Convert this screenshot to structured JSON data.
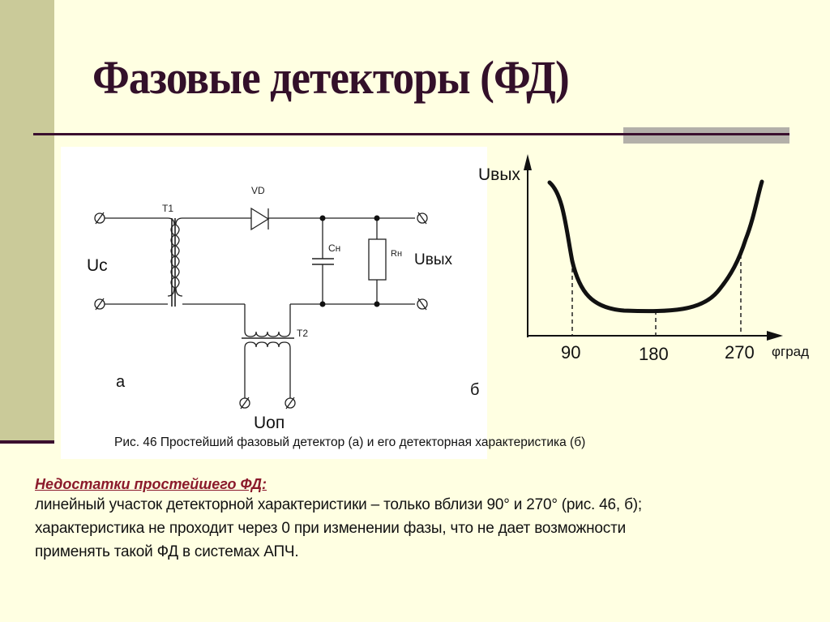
{
  "slide": {
    "title": "Фазовые детекторы (ФД)",
    "colors": {
      "background": "#FFFFE2",
      "sidebar": "#CACA99",
      "title_text": "#33102A",
      "divider": "#3A0F2E",
      "accent_bar": "#B3B0A9",
      "heading_red": "#8B1A2B"
    }
  },
  "figure": {
    "circuit": {
      "label_input": "Uc",
      "label_transformer1": "T1",
      "label_diode": "VD",
      "label_capacitor": "Сн",
      "label_resistor": "Rн",
      "label_output": "Uвых",
      "label_transformer2": "T2",
      "label_reference": "Uоп",
      "panel_label": "а"
    },
    "graph": {
      "panel_label": "б"
    },
    "caption": "Рис. 46 Простейший фазовый детектор (а) и его детекторная характеристика (б)"
  },
  "chart_data": {
    "type": "line",
    "title": "",
    "xlabel": "φград",
    "ylabel": "Uвых",
    "x_ticks": [
      90,
      180,
      270
    ],
    "x": [
      45,
      60,
      75,
      90,
      105,
      120,
      135,
      150,
      180,
      210,
      225,
      240,
      255,
      270,
      285,
      300
    ],
    "series": [
      {
        "name": "Uвых(φ)",
        "values": [
          0.95,
          0.9,
          0.75,
          0.5,
          0.3,
          0.15,
          0.08,
          0.05,
          0.05,
          0.07,
          0.12,
          0.22,
          0.35,
          0.52,
          0.75,
          0.98
        ]
      }
    ],
    "annotations": [
      "dashed drop lines at 90, 180, 270"
    ],
    "grid": false,
    "legend": "none"
  },
  "drawbacks": {
    "heading": "Недостатки простейшего ФД:",
    "lines": [
      "линейный участок детекторной характеристики – только вблизи 90° и 270° (рис. 46, б);",
      "характеристика не проходит через 0 при изменении фазы, что не дает возможности",
      "применять такой ФД в системах АПЧ."
    ]
  }
}
